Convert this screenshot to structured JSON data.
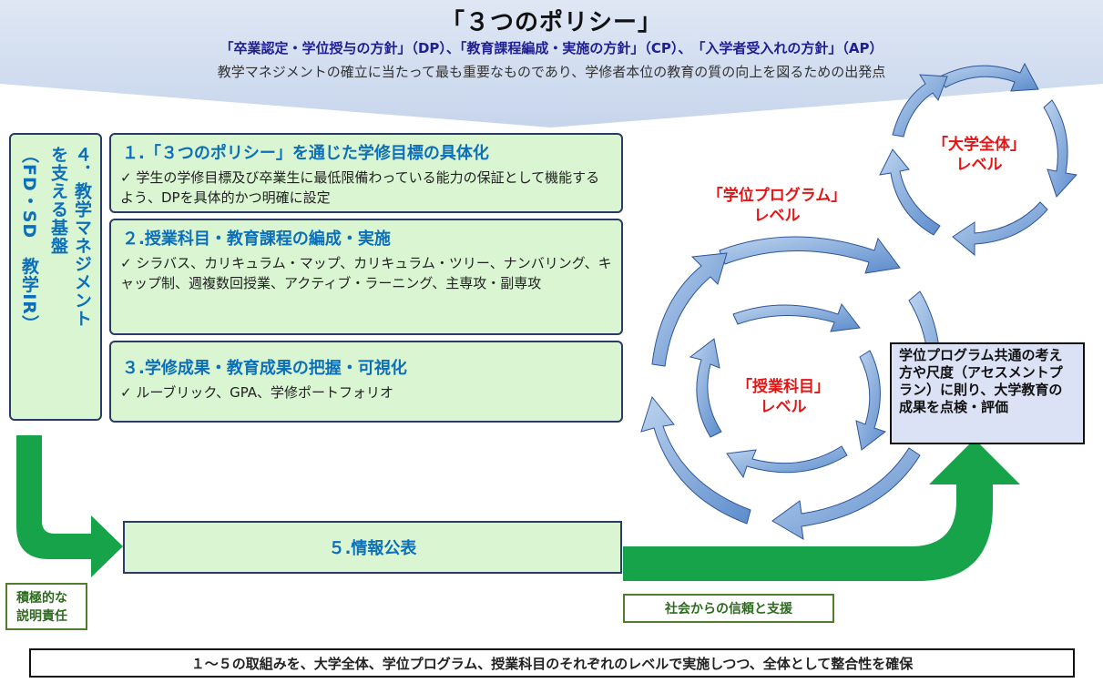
{
  "header": {
    "title": "「３つのポリシー」",
    "policies": "「卒業認定・学位授与の方針」（DP）、「教育課程編成・実施の方針」（CP）、　「入学者受入れの方針」（AP）",
    "subtitle": "教学マネジメントの確立に当たって最も重要なものであり、学修者本位の教育の質の向上を図るための出発点"
  },
  "foundation": {
    "col1": "４．教学マネジメント",
    "col2": "を支える基盤",
    "col3": "（FD・SD　教学IR）"
  },
  "sections": [
    {
      "heading": "１.「３つのポリシー」を通じた学修目標の具体化",
      "body": "✓ 学生の学修目標及び卒業生に最低限備わっている能力の保証として機能するよう、DPを具体的かつ明確に設定"
    },
    {
      "heading": "２.授業科目・教育課程の編成・実施",
      "body": "✓ シラバス、カリキュラム・マップ、カリキュラム・ツリー、ナンバリング、キャップ制、週複数回授業、アクティブ・ラーニング、主専攻・副専攻"
    },
    {
      "heading": "３.学修成果・教育成果の把握・可視化",
      "body": "✓ ルーブリック、GPA、学修ポートフォリオ"
    }
  ],
  "publication": "５.情報公表",
  "accountability": "積極的な説明責任",
  "trust": "社会からの信頼と支援",
  "levels": {
    "university": [
      "「大学全体」",
      "レベル"
    ],
    "program": [
      "「学位プログラム」",
      "レベル"
    ],
    "course": [
      "「授業科目」",
      "レベル"
    ]
  },
  "assessment": "学位プログラム共通の考え方や尺度（アセスメントプラン）に則り、大学教育の成果を点検・評価",
  "footer": "１～５の取組みを、大学全体、学位プログラム、授業科目のそれぞれのレベルで実施しつつ、全体として整合性を確保",
  "colors": {
    "arrow_green": "#16a34a",
    "box_fill": "#d9f5d2",
    "heading_blue": "#0d6fb8",
    "level_red": "#e31515",
    "banner": "#cfdcef"
  }
}
